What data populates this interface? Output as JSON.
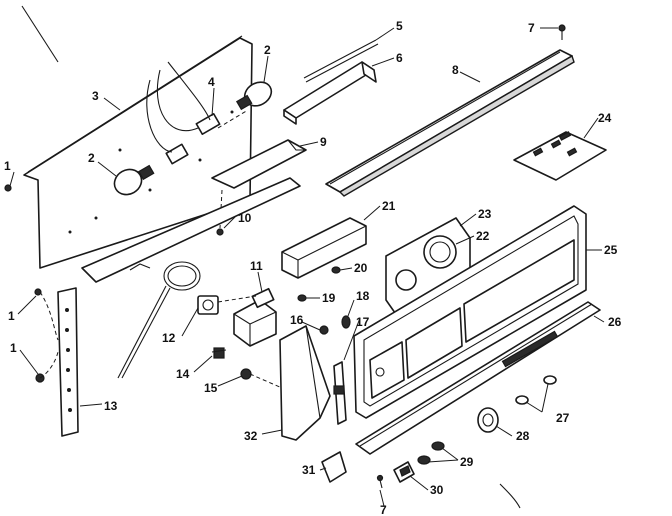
{
  "callouts": {
    "c1a": "1",
    "c1b": "1",
    "c1c": "1",
    "c2a": "2",
    "c2b": "2",
    "c3": "3",
    "c4": "4",
    "c5": "5",
    "c6": "6",
    "c7a": "7",
    "c7b": "7",
    "c8": "8",
    "c9": "9",
    "c10": "10",
    "c11": "11",
    "c12": "12",
    "c13": "13",
    "c14": "14",
    "c15": "15",
    "c16": "16",
    "c17": "17",
    "c18": "18",
    "c19": "19",
    "c20": "20",
    "c21": "21",
    "c22": "22",
    "c23": "23",
    "c24": "24",
    "c25": "25",
    "c26": "26",
    "c27": "27",
    "c28": "28",
    "c29": "29",
    "c30": "30",
    "c31": "31",
    "c32": "32"
  }
}
